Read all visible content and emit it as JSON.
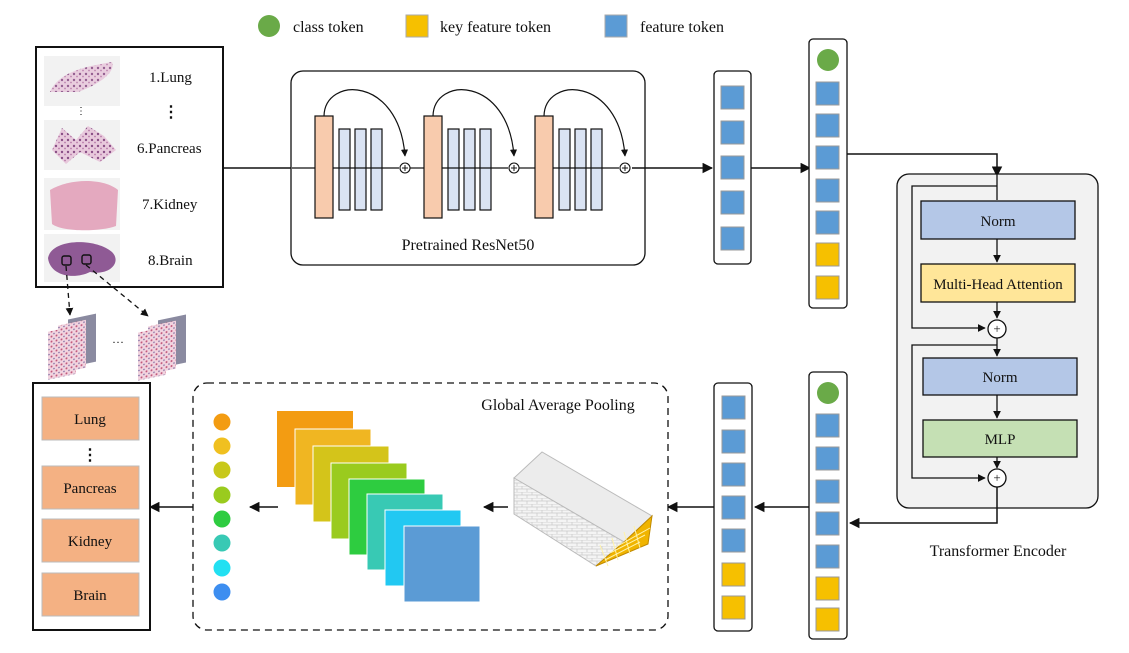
{
  "legend": {
    "class_token": "class token",
    "key_feature_token": "key feature token",
    "feature_token": "feature token"
  },
  "input_panel": {
    "organs": [
      "1.Lung",
      "⋮",
      "6.Pancreas",
      "7.Kidney",
      "8.Brain"
    ]
  },
  "resnet": {
    "label": "Pretrained ResNet50"
  },
  "transformer": {
    "title": "Transformer Encoder",
    "norm1": "Norm",
    "attention": "Multi-Head Attention",
    "norm2": "Norm",
    "mlp": "MLP",
    "plus": "+"
  },
  "pooling": {
    "label": "Global Average Pooling"
  },
  "ellipsis": "···",
  "output_panel": {
    "classes": [
      "Lung",
      "⋮",
      "Pancreas",
      "Kidney",
      "Brain"
    ]
  },
  "colors": {
    "class_token": "#6aaa48",
    "key_feature_token": "#f6c000",
    "feature_token": "#5b9bd5",
    "output_box": "#f4b183",
    "norm_box": "#b4c7e7",
    "attention_box": "#ffe699",
    "mlp_box": "#c5e0b4",
    "resnet_conv": "#f8cbad",
    "resnet_block": "#dae3f3"
  }
}
